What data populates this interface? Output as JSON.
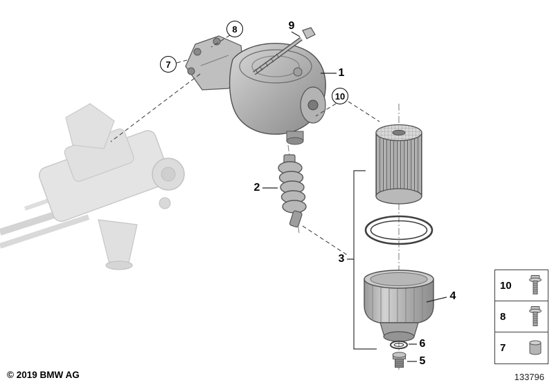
{
  "footer": {
    "copyright": "© 2019 BMW AG",
    "diagram_number": "133796"
  },
  "callouts": [
    {
      "label": "1",
      "circled": false
    },
    {
      "label": "2",
      "circled": false
    },
    {
      "label": "3",
      "circled": false
    },
    {
      "label": "4",
      "circled": false
    },
    {
      "label": "5",
      "circled": false
    },
    {
      "label": "6",
      "circled": false
    },
    {
      "label": "7",
      "circled": true
    },
    {
      "label": "8",
      "circled": true
    },
    {
      "label": "9",
      "circled": false
    },
    {
      "label": "10",
      "circled": true
    }
  ],
  "legend": {
    "rows": [
      {
        "label": "10",
        "icon": "bolt-icon"
      },
      {
        "label": "8",
        "icon": "bolt-icon"
      },
      {
        "label": "7",
        "icon": "sleeve-icon"
      }
    ]
  },
  "colors": {
    "background": "#ffffff",
    "line": "#000000",
    "part_gray": "#b5b5b5",
    "ghost_gray": "#dcdcdc"
  }
}
